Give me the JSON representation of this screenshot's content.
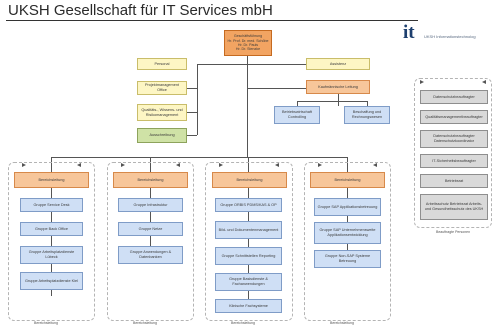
{
  "header": {
    "title": "UKSH Gesellschaft für IT Services mbH"
  },
  "logo": {
    "mark": "it",
    "subtitle": "UKSH Informationstechnolog"
  },
  "management": {
    "lines": [
      "Geschäftsführung",
      "Hr. Prof. Dr. med. Schöbe",
      "Hr. Dr. Pauls",
      "Hr. Dr. Stenzke"
    ]
  },
  "staff_left": {
    "personal": "Personal",
    "projektmanagement": "Projektmanagement Office",
    "qualitaet": "Qualitäts-, Wissens- und Risikomanagement",
    "ausschreibung": "Ausschreibung"
  },
  "staff_right": {
    "assistenz": "Assistenz",
    "kaufmaennisch": "Kaufmännische Leitung",
    "betriebswirtschaft": "Betriebswirtschaft Controlling",
    "beschaffung": "Beschaffung und Rechnungswesen"
  },
  "departments": [
    {
      "head": "Bereichsleitung",
      "groups": [
        "Gruppe Service Desk",
        "Gruppe Back Office",
        "Gruppe Arbeitsplatzdienste Lübeck",
        "Gruppe Arbeitsplatzdienste Kiel"
      ],
      "caption": "Bereichsleitung"
    },
    {
      "head": "Bereichsleitung",
      "groups": [
        "Gruppe Infrastruktur",
        "Gruppe Netze",
        "Gruppe Anwendungen & Datenbanken"
      ],
      "caption": "Bereichsleitung"
    },
    {
      "head": "Bereichsleitung",
      "groups": [
        "Gruppe ORBIS PDMS/KAS & OP",
        "Bild- und Dokumentenmanagement",
        "Gruppe Schnittstellen Reporting",
        "Gruppe Basisdienste & Fachanwendungen",
        "Klinische Fachsysteme"
      ],
      "caption": "Bereichsleitung"
    },
    {
      "head": "Bereichsleitung",
      "groups": [
        "Gruppe SAP Applikationsbetreuung",
        "Gruppe SAP Unternehmensweite Applikationsentwicklung",
        "Gruppe Non-SAP Systeme Betreuung"
      ],
      "caption": "Bereichsleitung"
    }
  ],
  "appointed": {
    "items": [
      "Datenschutzbeauftragter",
      "Qualitätsmanagementbeauftragter",
      "Datenschutzbeauftragter Datenschutzkoordinator",
      "IT-Sicherheitsbeauftragter",
      "Betriebsrat",
      "Arbeitsschutz Betriebsrat Arbeits- und Gesundheitsschutz des UKSH"
    ],
    "caption": "Beauftragte Personen"
  }
}
